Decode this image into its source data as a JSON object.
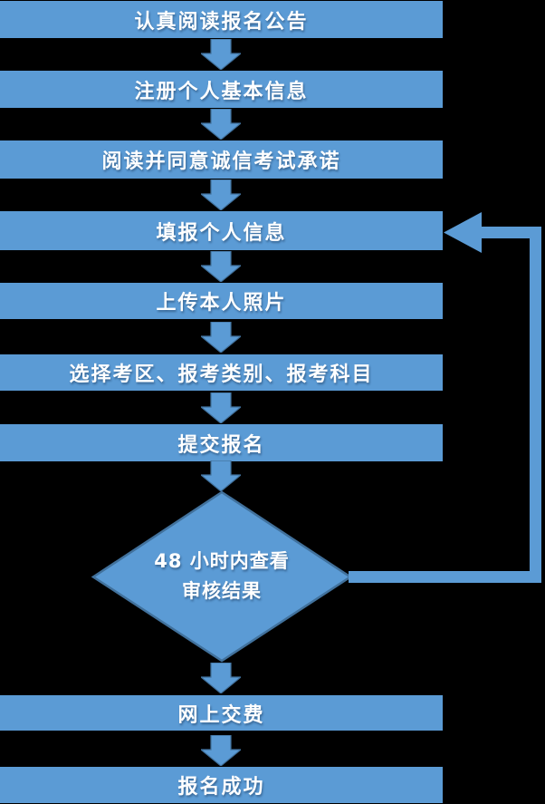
{
  "colors": {
    "background": "#000000",
    "shape_fill": "#5B9BD5",
    "shape_outline": "#41719C",
    "text": "#ffffff"
  },
  "flow": {
    "steps": [
      {
        "label": "认真阅读报名公告"
      },
      {
        "label": "注册个人基本信息"
      },
      {
        "label": "阅读并同意诚信考试承诺"
      },
      {
        "label": "填报个人信息"
      },
      {
        "label": "上传本人照片"
      },
      {
        "label": "选择考区、报考类别、报考科目"
      },
      {
        "label": "提交报名"
      },
      {
        "label": "网上交费"
      },
      {
        "label": "报名成功"
      }
    ],
    "decision": {
      "line1": "48 小时内查看",
      "line2": "审核结果"
    }
  }
}
